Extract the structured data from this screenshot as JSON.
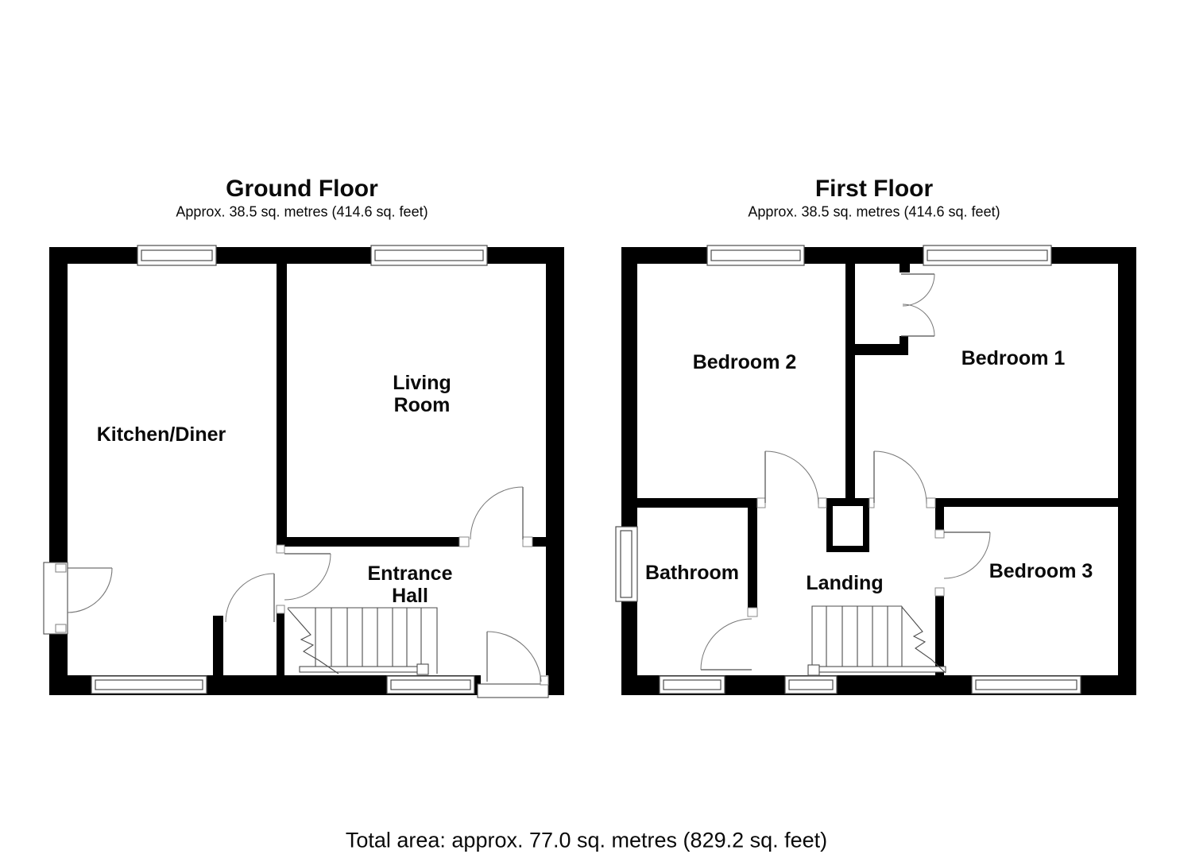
{
  "floors": [
    {
      "id": "ground",
      "title": "Ground Floor",
      "subtitle": "Approx. 38.5 sq. metres (414.6 sq. feet)",
      "rooms": [
        {
          "id": "kitchen-diner",
          "label": "Kitchen/Diner"
        },
        {
          "id": "living-room",
          "label": "Living Room"
        },
        {
          "id": "entrance-hall",
          "label": "Entrance Hall"
        }
      ]
    },
    {
      "id": "first",
      "title": "First Floor",
      "subtitle": "Approx. 38.5 sq. metres (414.6 sq. feet)",
      "rooms": [
        {
          "id": "bedroom-2",
          "label": "Bedroom 2"
        },
        {
          "id": "bedroom-1",
          "label": "Bedroom 1"
        },
        {
          "id": "bathroom",
          "label": "Bathroom"
        },
        {
          "id": "landing",
          "label": "Landing"
        },
        {
          "id": "bedroom-3",
          "label": "Bedroom 3"
        }
      ]
    }
  ],
  "footer": {
    "total_area": "Total area: approx. 77.0 sq. metres (829.2 sq. feet)"
  },
  "colors": {
    "wall": "#000000",
    "line": "#4d4d4d",
    "door_arc": "#777777",
    "background": "#ffffff",
    "text": "#0a0a0a"
  }
}
